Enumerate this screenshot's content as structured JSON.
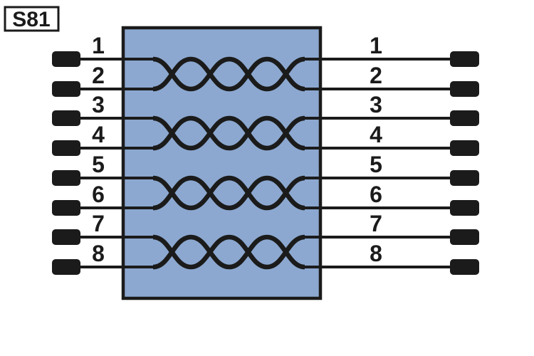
{
  "label": "S81",
  "pins": {
    "left": [
      "1",
      "2",
      "3",
      "4",
      "5",
      "6",
      "7",
      "8"
    ],
    "right": [
      "1",
      "2",
      "3",
      "4",
      "5",
      "6",
      "7",
      "8"
    ]
  },
  "diagram": {
    "type": "twisted-pair-wiring",
    "pairs": [
      [
        "1",
        "2"
      ],
      [
        "3",
        "4"
      ],
      [
        "5",
        "6"
      ],
      [
        "7",
        "8"
      ]
    ],
    "mapping": "straight-through"
  },
  "colors": {
    "box_fill": "#8CA8D0",
    "line": "#1B1B1B",
    "background": "#FFFFFF"
  }
}
